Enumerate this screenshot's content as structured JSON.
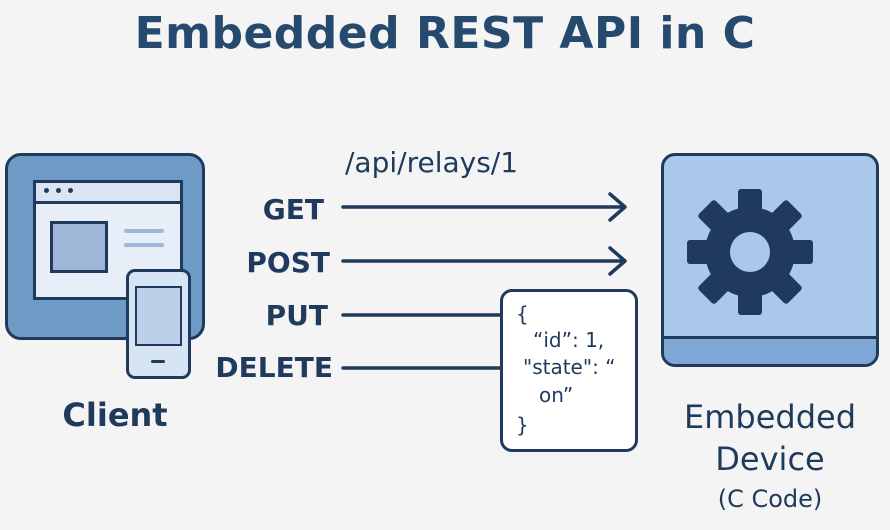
{
  "title": "Embedded REST API in C",
  "client": {
    "label": "Client",
    "icons": [
      "browser-window-icon",
      "smartphone-icon"
    ]
  },
  "endpoint": "/api/relays/1",
  "methods": [
    "GET",
    "POST",
    "PUT",
    "DELETE"
  ],
  "json_body": [
    "{",
    "“id”: 1,",
    "\"state\": “",
    "on”",
    "}"
  ],
  "device": {
    "label_line1": "Embedded",
    "label_line2": "Device",
    "sublabel": "(C Code)",
    "icon": "gear-icon"
  },
  "colors": {
    "dark": "#1f3a5c",
    "client_bg": "#6e9ac6",
    "device_bg": "#a9c8ea",
    "background": "#f4f4f5"
  }
}
